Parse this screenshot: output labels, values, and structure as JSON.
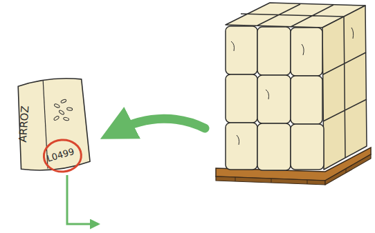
{
  "diagram": {
    "nodes": [
      {
        "text": [
          "ARROZ"
        ]
      },
      {
        "text": [
          "L0499"
        ],
        "in": 0
      }
    ]
  }
}
